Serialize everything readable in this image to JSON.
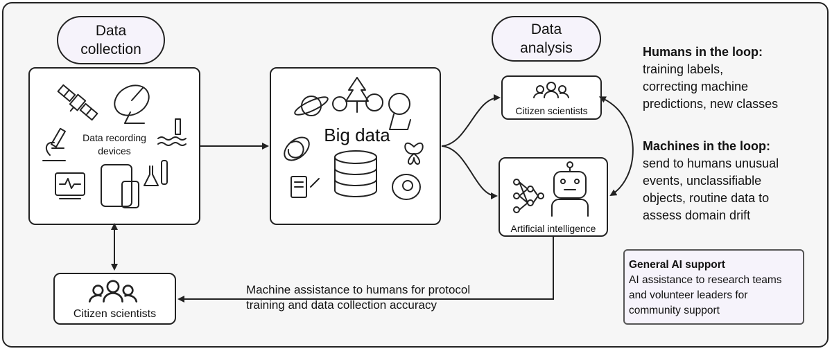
{
  "stages": {
    "data_collection": "Data\ncollection",
    "data_analysis": "Data\nanalysis"
  },
  "nodes": {
    "devices_label": "Data recording\ndevices",
    "big_data_label": "Big data",
    "citizen_scientists_top": "Citizen scientists",
    "artificial_intelligence": "Artificial intelligence",
    "citizen_scientists_bottom": "Citizen scientists"
  },
  "feedback_label": "Machine assistance to humans for protocol\ntraining and data collection accuracy",
  "humans_in_loop": {
    "title": "Humans in the loop:",
    "text": "training labels,\ncorrecting machine\npredictions, new classes"
  },
  "machines_in_loop": {
    "title": "Machines in the loop:",
    "text": "send to humans unusual\nevents, unclassifiable\nobjects, routine data to\nassess domain drift"
  },
  "general_ai_support": {
    "title": "General AI support",
    "text": "AI assistance to research teams\nand volunteer leaders for\ncommunity support"
  },
  "icons": {
    "devices": [
      "satellite-icon",
      "satellite-dish-icon",
      "microscope-icon",
      "water-sensor-icon",
      "monitor-icon",
      "phone-tablet-icon",
      "lab-flask-icon"
    ],
    "big_data": [
      "planet-icon",
      "forest-icon",
      "lion-icon",
      "galaxy-icon",
      "database-icon",
      "butterfly-icon",
      "scroll-icon",
      "cell-icon"
    ],
    "people": "people-group-icon",
    "ai": [
      "neural-network-icon",
      "robot-icon"
    ]
  },
  "colors": {
    "stage_pill": "#f6f3fb",
    "frame_bg": "#f6f6f6",
    "stroke": "#222222"
  }
}
